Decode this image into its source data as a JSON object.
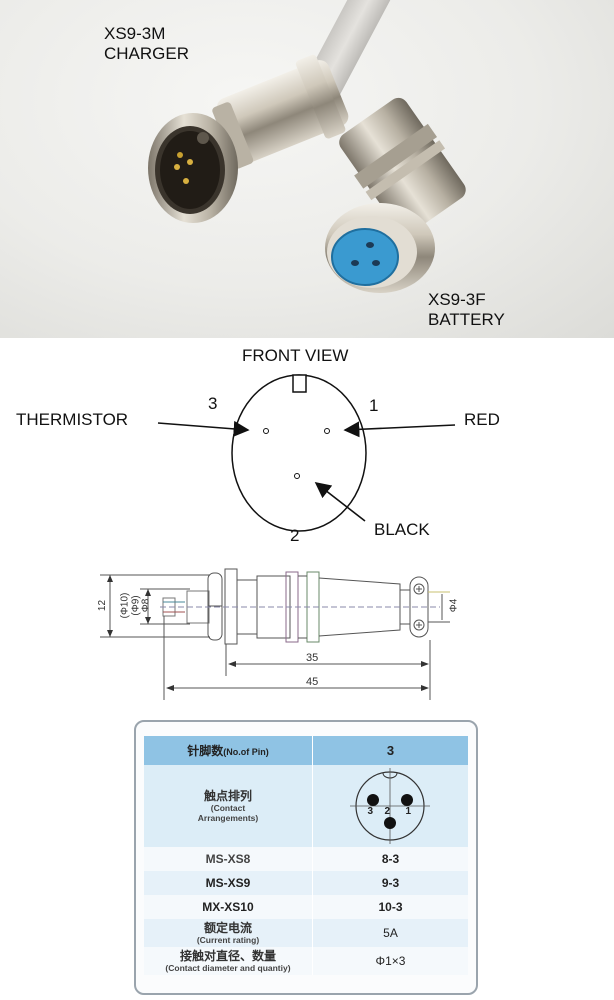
{
  "photo": {
    "male_connector": {
      "model": "XS9-3M",
      "role": "CHARGER"
    },
    "female_connector": {
      "model": "XS9-3F",
      "role": "BATTERY"
    },
    "colors": {
      "background": "#ecece9",
      "metal": "#c8c2b6",
      "insert_blue": "#3a9ad0",
      "cable": "#d8d6d2",
      "gold_pin": "#c8a030"
    }
  },
  "front_view": {
    "title": "FRONT VIEW",
    "pins": [
      {
        "number": "1",
        "wire": "RED",
        "position": "upper-right"
      },
      {
        "number": "2",
        "wire": "BLACK",
        "position": "bottom"
      },
      {
        "number": "3",
        "wire": "THERMISTOR",
        "position": "upper-left"
      }
    ]
  },
  "mechanical_drawing": {
    "dimensions": {
      "overall_diameter": "12",
      "diam_a": "(Φ10)",
      "diam_b": "(Φ9)",
      "diam_c": "Φ8",
      "cable_hole": "Φ4",
      "body_length": "35",
      "overall_length": "45"
    }
  },
  "spec_table": {
    "header": {
      "label_cn": "针脚数",
      "label_en": "(No.of Pin)",
      "value": "3"
    },
    "contact_arrangement": {
      "label_cn": "触点排列",
      "label_en_1": "(Contact",
      "label_en_2": "Arrangements)",
      "pin_labels": [
        "3",
        "2",
        "1"
      ]
    },
    "rows": [
      {
        "label": "MS-XS8",
        "value": "8-3"
      },
      {
        "label": "MS-XS9",
        "value": "9-3"
      },
      {
        "label": "MX-XS10",
        "value": "10-3"
      }
    ],
    "current_rating": {
      "label_cn": "额定电流",
      "label_en": "(Current rating)",
      "value": "5A"
    },
    "contact_diameter": {
      "label_cn": "接触对直径、数量",
      "label_en": "(Contact diameter and quantiy)",
      "value": "Φ1×3"
    },
    "colors": {
      "header_bg": "#8fc3e4",
      "row_bg": "#e6f1f9",
      "border": "#9aa4ad"
    }
  }
}
